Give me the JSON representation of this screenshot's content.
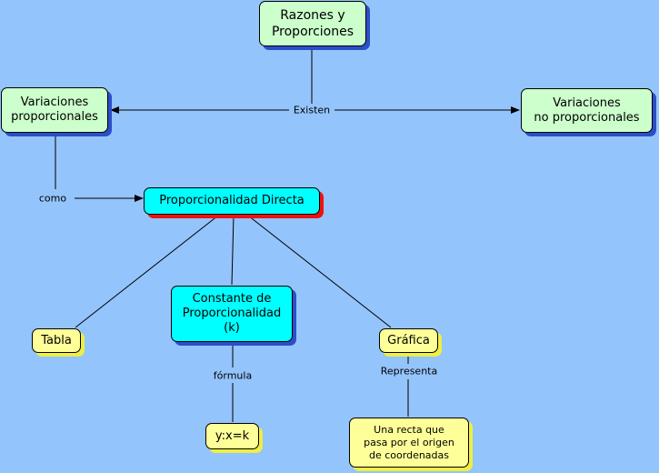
{
  "nodes": {
    "razones": "Razones y\nProporciones",
    "variaciones_prop": "Variaciones\nproporcionales",
    "variaciones_no_prop": "Variaciones\nno  proporcionales",
    "prop_directa": "Proporcionalidad  Directa",
    "constante": "Constante  de\nProporcionalidad\n(k)",
    "tabla": "Tabla",
    "grafica": "Gráfica",
    "formula": "y:x=k",
    "recta": "Una  recta que\npasa por el  origen\nde coordenadas"
  },
  "links": {
    "existen": "Existen",
    "como": "como",
    "formula": "fórmula",
    "representa": "Representa"
  },
  "colors": {
    "background": "#94c4fc",
    "green": "#ccffcc",
    "cyan": "#00ffff",
    "yellow": "#ffff99"
  }
}
